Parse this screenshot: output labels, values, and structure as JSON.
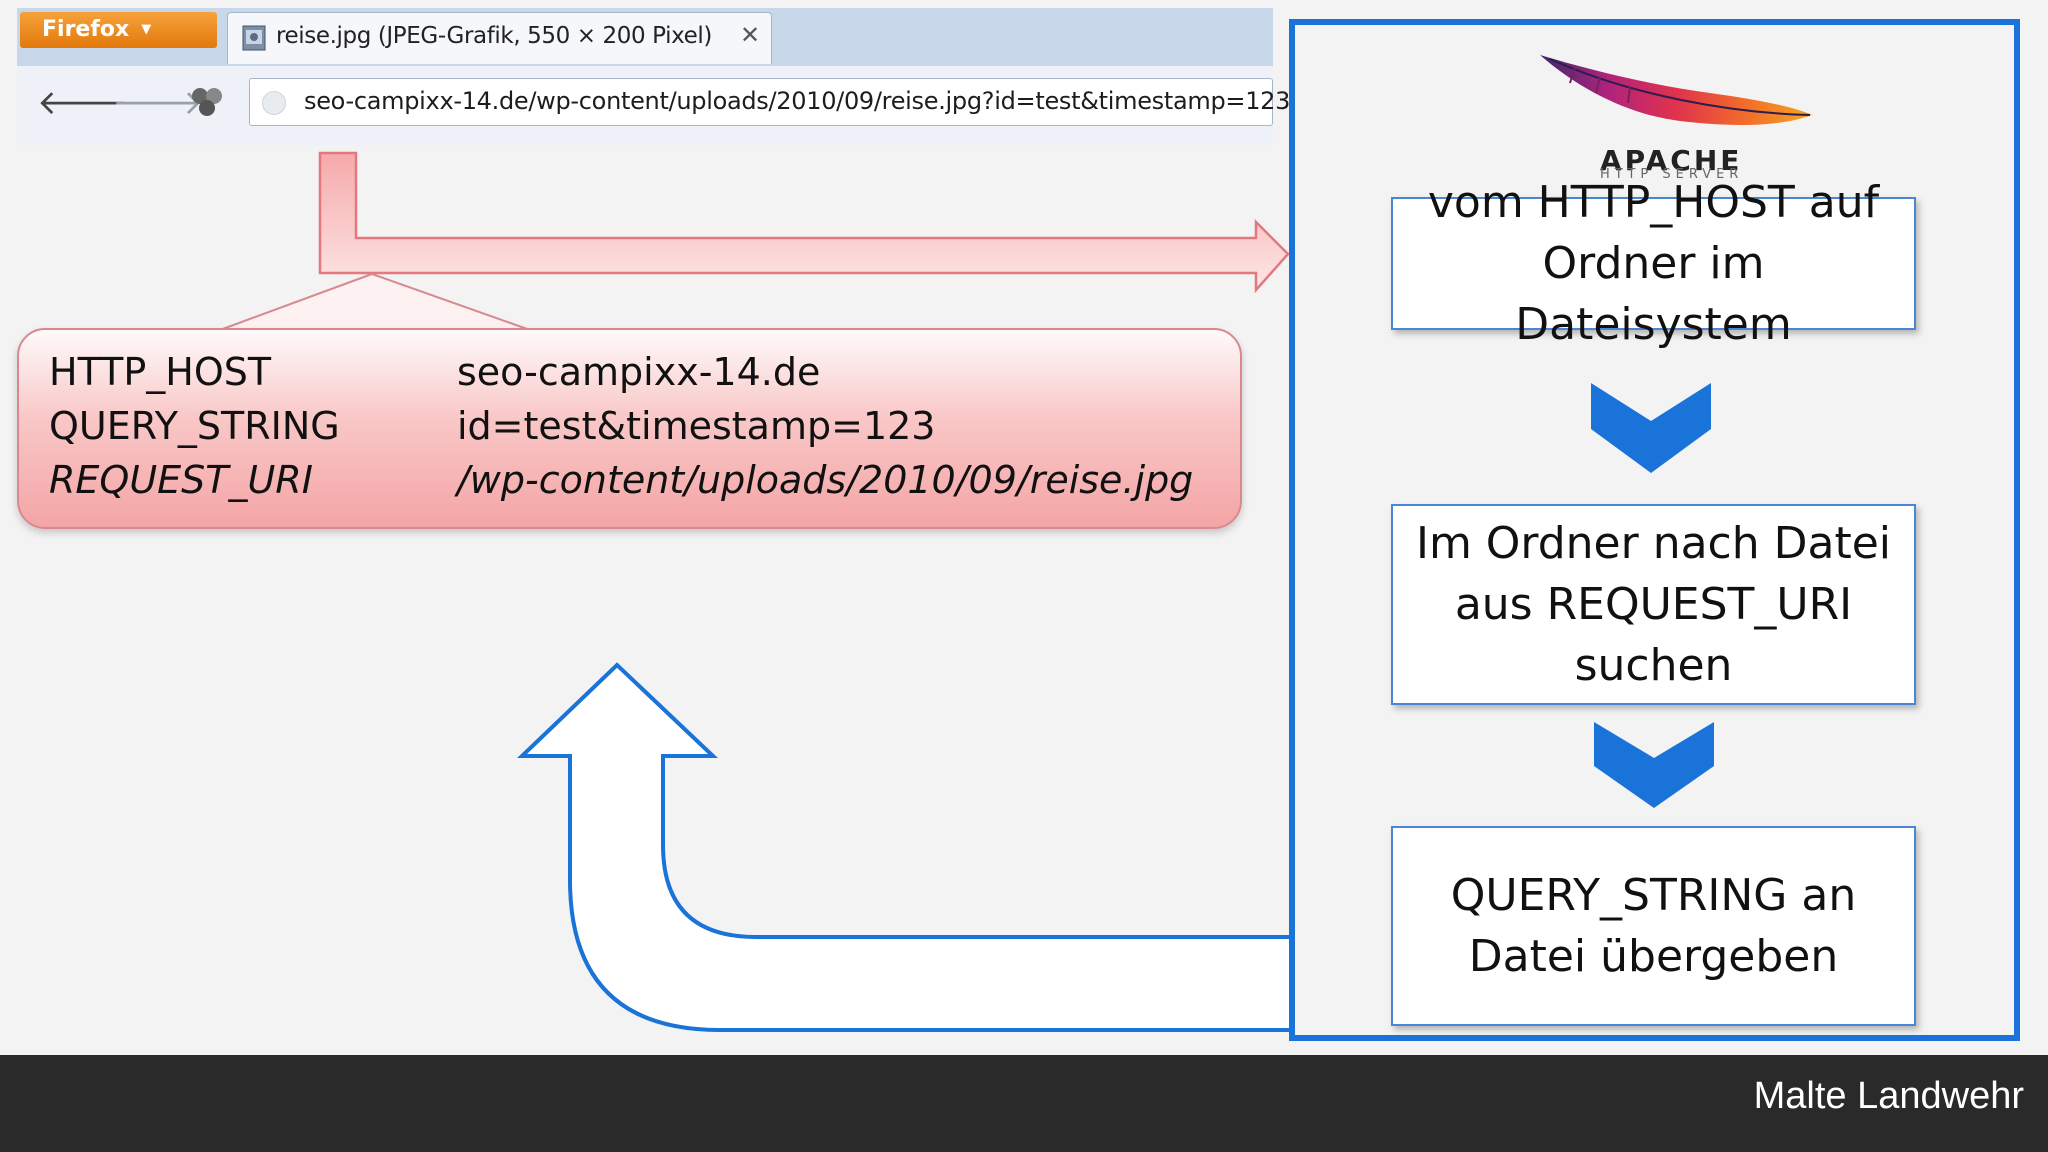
{
  "browser": {
    "menu_button": "Firefox",
    "tab_title": "reise.jpg (JPEG-Grafik, 550 × 200 Pixel)",
    "tab_close": "✕",
    "back_icon": "arrow-left-icon",
    "forward_icon": "arrow-right-icon",
    "url": "seo-campixx-14.de/wp-content/uploads/2010/09/reise.jpg?id=test&timestamp=123"
  },
  "callout": {
    "rows": [
      {
        "key": "HTTP_HOST",
        "value": "seo-campixx-14.de",
        "italic": false
      },
      {
        "key": "QUERY_STRING",
        "value": "id=test&timestamp=123",
        "italic": false
      },
      {
        "key": "REQUEST_URI",
        "value": "/wp-content/uploads/2010/09/reise.jpg",
        "italic": true
      }
    ]
  },
  "apache": {
    "logo_word": "APACHE",
    "logo_sub": "HTTP SERVER",
    "steps": [
      "vom HTTP_HOST auf Ordner im Dateisystem",
      "Im Ordner nach Datei aus REQUEST_URI suchen",
      "QUERY_STRING an Datei übergeben"
    ]
  },
  "footer": {
    "author": "Malte Landwehr"
  },
  "colors": {
    "accent_blue": "#1a73d8",
    "callout_red": "#f4a5a6",
    "footer_bg": "#2a2a2a"
  }
}
